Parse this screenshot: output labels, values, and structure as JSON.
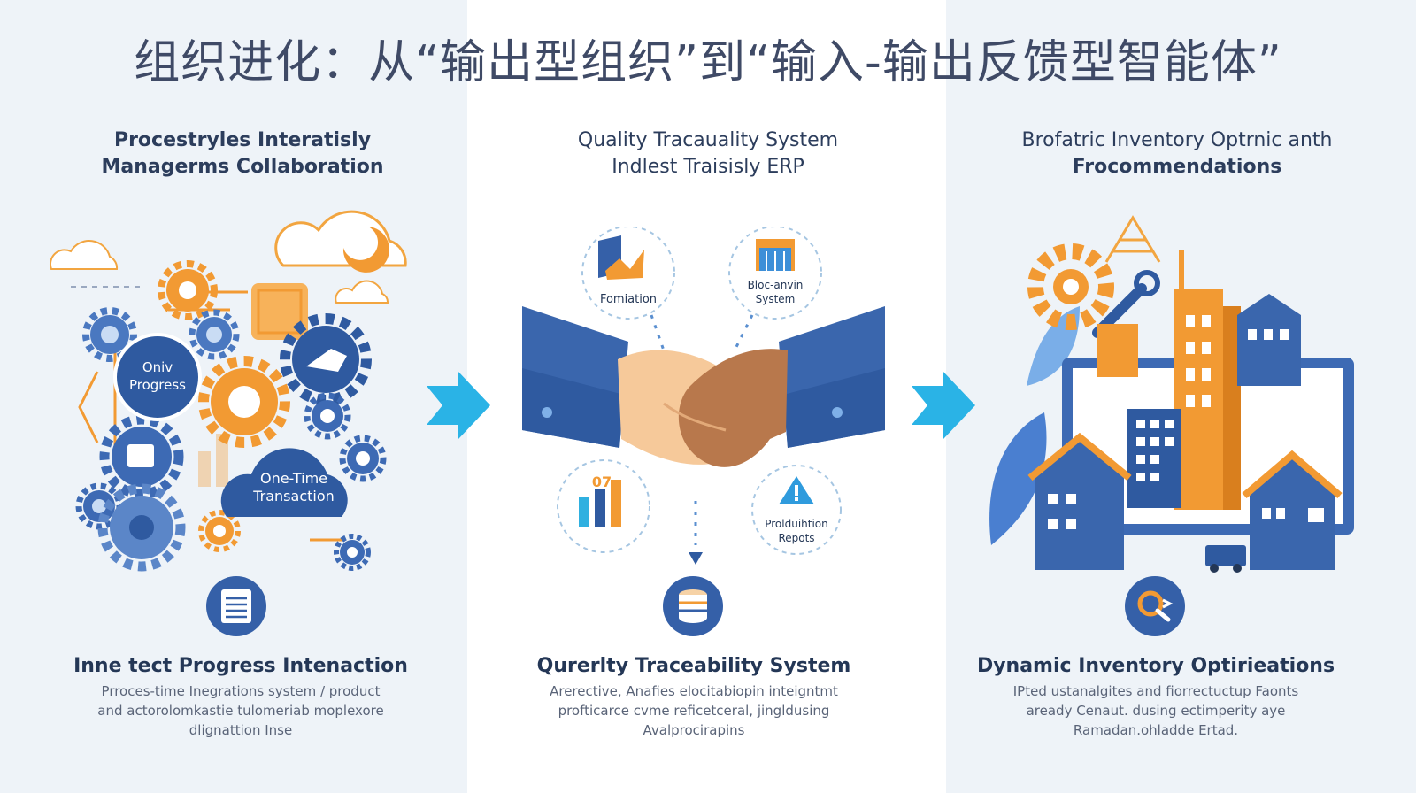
{
  "title": "组织进化：从“输出型组织”到“输入-输出反馈型智能体”",
  "columns": [
    {
      "heading": [
        "Procestryles Interatisly",
        "Managerms Collaboration"
      ],
      "labels": {
        "bubble1": [
          "Oniv",
          "Progress"
        ],
        "bubble2": [
          "One-Time",
          "Transaction"
        ]
      },
      "footer_title": "Inne tect Progress Intenaction",
      "footer_desc": [
        "Prroces-time Inegrations system / product",
        "and actorolomkastie tulomeriab moplexore",
        "dlignattion Inse"
      ]
    },
    {
      "heading": [
        "Quality Tracauality System",
        "Indlest Traisisly ERP"
      ],
      "labels": {
        "formation": "Fomiation",
        "blockchain": [
          "Bloc-anvin",
          "System"
        ],
        "production": [
          "Prolduihtion",
          "Repots"
        ],
        "chart_badge": "07"
      },
      "footer_title": "Qurerlty Traceability System",
      "footer_desc": [
        "Arerective, Anafies elocitabiopin inteigntmt",
        "profticarce cvme reficetceral, jingldusing",
        "Avalprocirapins"
      ]
    },
    {
      "heading": [
        "Brofatric Inventory Optrnic anth",
        "Frocommendations"
      ],
      "footer_title": "Dynamic Inventory Optirieations",
      "footer_desc": [
        "IPted ustanalgites and fiorrectuctup Faonts",
        "aready Cenaut. dusing ectimperity aye",
        "Ramadan.ohladde Ertad."
      ]
    }
  ],
  "colors": {
    "blue": "#3f6fb6",
    "orange": "#f29a33",
    "cyan": "#2ab3e6",
    "navy": "#243756"
  }
}
